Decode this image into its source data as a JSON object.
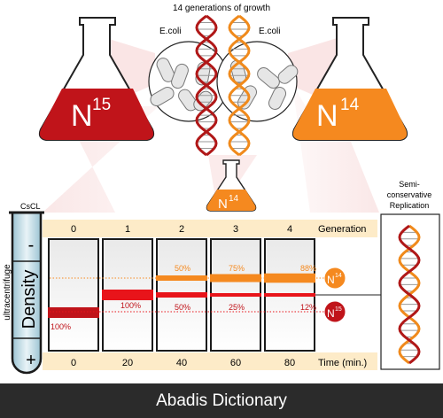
{
  "header": {
    "generations_text": "14 generations of growth"
  },
  "ecoli_left": "E.coli",
  "ecoli_right": "E.coli",
  "flask_left": {
    "element": "N",
    "mass": "15",
    "color": "#c0141a"
  },
  "flask_right": {
    "element": "N",
    "mass": "14",
    "color": "#f5891f"
  },
  "flask_small": {
    "element": "N",
    "mass": "14",
    "color": "#f5891f"
  },
  "cscl_label": "CsCL",
  "ultracentrifuge_label": "ultracentrifuge",
  "density_label": "Density",
  "tube_minus": "-",
  "tube_plus": "+",
  "generation_label": "Generation",
  "time_label": "Time (min.)",
  "generations": [
    "0",
    "1",
    "2",
    "3",
    "4"
  ],
  "times": [
    "0",
    "20",
    "40",
    "60",
    "80"
  ],
  "pct_n14": [
    "",
    "",
    "50%",
    "75%",
    "88%"
  ],
  "pct_n15": [
    "100%",
    "100%",
    "50%",
    "25%",
    "12%"
  ],
  "legend": {
    "n14": {
      "element": "N",
      "mass": "14"
    },
    "n15": {
      "element": "N",
      "mass": "15"
    }
  },
  "side_caption": [
    "Semi-",
    "conservative",
    "Replication"
  ],
  "footer": "Abadis Dictionary",
  "colors": {
    "n15_red": "#c0141a",
    "n14_orange": "#f5891f",
    "hybrid_red": "#e8141a",
    "strip_beige": "#fdebc8",
    "tube_blue": "#cfe4ec",
    "dna_backbone_red": "#b01818",
    "dna_backbone_orange": "#f08a1c"
  }
}
